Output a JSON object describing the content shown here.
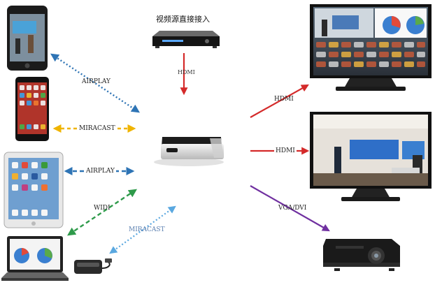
{
  "title": "视频源直接接入",
  "links": {
    "airplay_phone": "AIRPLAY",
    "miracast_phone": "MIRACAST",
    "airplay_tablet": "AIRPLAY",
    "widi_laptop": "WIDI",
    "miracast_dongle": "MIRACAST",
    "hdmi_source": "HDMI",
    "hdmi_tv_top": "HDMI",
    "hdmi_tv_mid": "HDMI",
    "vgadvi_projector": "VGA/DVI"
  },
  "colors": {
    "airplay": "#2e74b5",
    "miracast": "#f0b400",
    "widi": "#2e9a4a",
    "miracast_dongle": "#5aa8e0",
    "hdmi": "#d42a2a",
    "vga": "#7030a0"
  },
  "icons": [
    "iphone-icon",
    "android-phone-icon",
    "ipad-icon",
    "laptop-icon",
    "dongle-icon",
    "dvd-player-icon",
    "media-box-icon",
    "tv-icon",
    "projector-icon"
  ]
}
